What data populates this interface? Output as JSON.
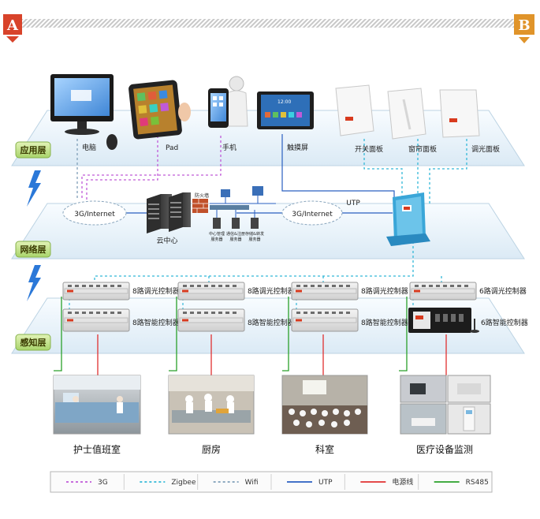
{
  "corners": {
    "left": "A",
    "right": "B"
  },
  "layers": [
    {
      "label": "应用层"
    },
    {
      "label": "网络层"
    },
    {
      "label": "感知层"
    }
  ],
  "devices": {
    "computer": "电脑",
    "pad": "Pad",
    "phone": "手机",
    "touch": "触摸屏",
    "switch_panel": "开关面板",
    "curtain_panel": "窗帘面板",
    "dimmer_panel": "调光面板",
    "touch_time": "12:00"
  },
  "network": {
    "internet_left": "3G/Internet",
    "internet_right": "3G/Internet",
    "cloud": "云中心",
    "firewall": "防火墙",
    "servers": [
      "中心管理\n服务器",
      "通信&注册\n服务器",
      "存储&转发\n服务器"
    ],
    "utp": "UTP"
  },
  "controllers": {
    "dimmer8": "8路调光控制器",
    "smart8": "8路智能控制器",
    "dimmer6": "6路调光控制器",
    "smart6": "6路智能控制器"
  },
  "photos": [
    "护士值班室",
    "厨房",
    "科室",
    "医疗设备监测"
  ],
  "legend": [
    {
      "label": "3G",
      "color": "#c05ad8",
      "dash": "3,3"
    },
    {
      "label": "Zigbee",
      "color": "#33b8d8",
      "dash": "3,3"
    },
    {
      "label": "Wifi",
      "color": "#7f9fb8",
      "dash": "3,3"
    },
    {
      "label": "UTP",
      "color": "#2a5fc0",
      "dash": ""
    },
    {
      "label": "电源线",
      "color": "#e03030",
      "dash": ""
    },
    {
      "label": "RS485",
      "color": "#2aa02a",
      "dash": ""
    }
  ],
  "colors": {
    "accent_red": "#d83a1e",
    "layer_badge": "#c8e6a0",
    "layer_plane": "#eef6fb"
  }
}
